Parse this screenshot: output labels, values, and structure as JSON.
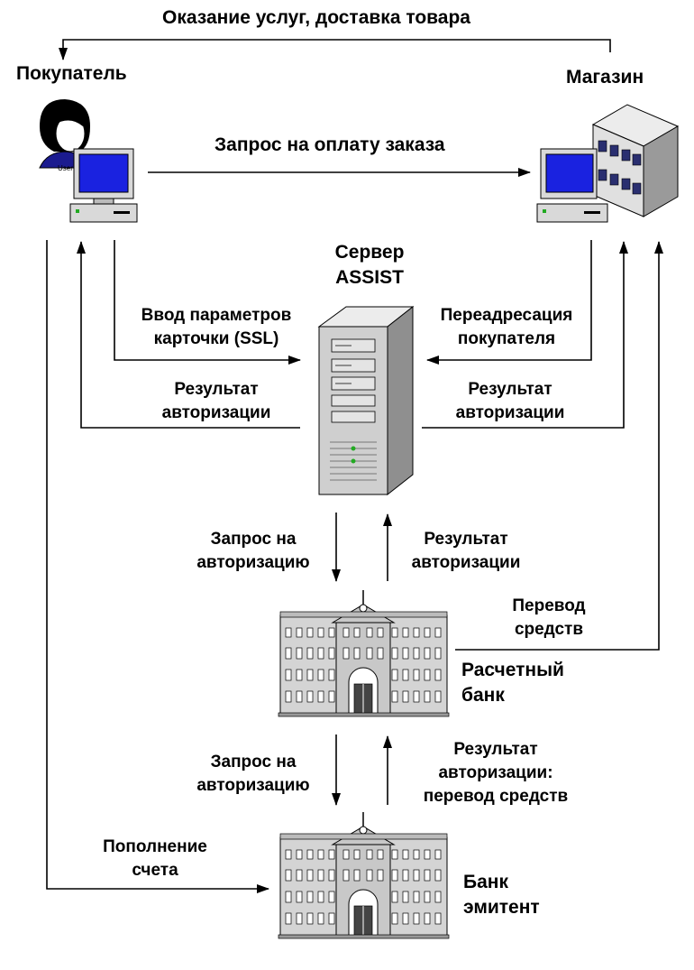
{
  "labels": {
    "top_service": "Оказание услуг, доставка товара",
    "buyer": "Покупатель",
    "shop": "Магазин",
    "payment_request": "Запрос на оплату заказа",
    "server_title_1": "Сервер",
    "server_title_2": "ASSIST",
    "card_input_1": "Ввод параметров",
    "card_input_2": "карточки (SSL)",
    "redirect_1": "Переадресация",
    "redirect_2": "покупателя",
    "auth_result_left_1": "Результат",
    "auth_result_left_2": "авторизации",
    "auth_result_right_1": "Результат",
    "auth_result_right_2": "авторизации",
    "auth_request_1_1": "Запрос на",
    "auth_request_1_2": "авторизацию",
    "auth_result_mid_1": "Результат",
    "auth_result_mid_2": "авторизации",
    "transfer_1": "Перевод",
    "transfer_2": "средств",
    "settlement_bank_1": "Расчетный",
    "settlement_bank_2": "банк",
    "auth_request_2_1": "Запрос на",
    "auth_request_2_2": "авторизацию",
    "auth_result_bottom_1": "Результат",
    "auth_result_bottom_2": "авторизации:",
    "auth_result_bottom_3": "перевод средств",
    "topup_1": "Пополнение",
    "topup_2": "счета",
    "issuer_bank_1": "Банк",
    "issuer_bank_2": "эмитент",
    "user_tag": "User"
  },
  "colors": {
    "line": "#000000",
    "screen": "#1a22e0",
    "monitor_body": "#d9d9d9",
    "server_body": "#cfcfcf",
    "building": "#cfcfcf",
    "hair": "#000000",
    "skin": "#ffffff"
  },
  "icons": [
    "user-computer-icon",
    "shop-computer-icon",
    "server-icon",
    "bank-building-icon"
  ]
}
